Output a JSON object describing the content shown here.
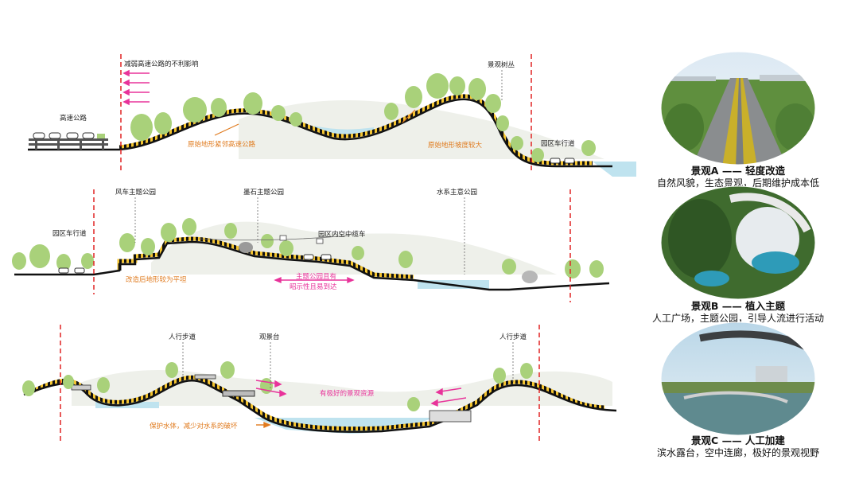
{
  "colors": {
    "tree": "#a9d17a",
    "tree_dark": "#8dbf5c",
    "water": "#bfe3ef",
    "boundary": "#e02424",
    "orange": "#e07b1f",
    "pink": "#e8339a",
    "ground": "#111111",
    "hill": "#eef0ea"
  },
  "section1": {
    "label_highway": "高速公路",
    "label_reduce": "减弱高速公路的不利影响",
    "label_trees": "景观树丛",
    "label_road": "园区车行道",
    "note_left": "原始地形紧邻高速公路",
    "note_right": "原始地形坡度较大"
  },
  "section2": {
    "label_road": "园区车行道",
    "label_windmill": "风车主题公园",
    "label_stone": "墨石主题公园",
    "label_water": "水系主意公园",
    "label_cable": "园区内空中缆车",
    "note_flat": "改造后地形较为平坦",
    "note_park_line1": "主题公园且有",
    "note_park_line2": "昭示性且易到达"
  },
  "section3": {
    "label_walk_left": "人行步道",
    "label_deck": "观景台",
    "label_walk_right": "人行步道",
    "note_view": "有极好的景观资源",
    "note_protect": "保护水体，减少对水系的破坏"
  },
  "panels": [
    {
      "title": "景观A —— 轻度改造",
      "subtitle": "自然风貌，生态景观，后期维护成本低",
      "icon": "road-aerial-photo"
    },
    {
      "title": "景观B —— 植入主题",
      "subtitle": "人工广场，主题公园，引导人流进行活动",
      "icon": "plaza-aerial-photo"
    },
    {
      "title": "景观C —— 人工加建",
      "subtitle": "滨水露台，空中连廊，极好的景观视野",
      "icon": "waterfront-bridge-photo"
    }
  ]
}
